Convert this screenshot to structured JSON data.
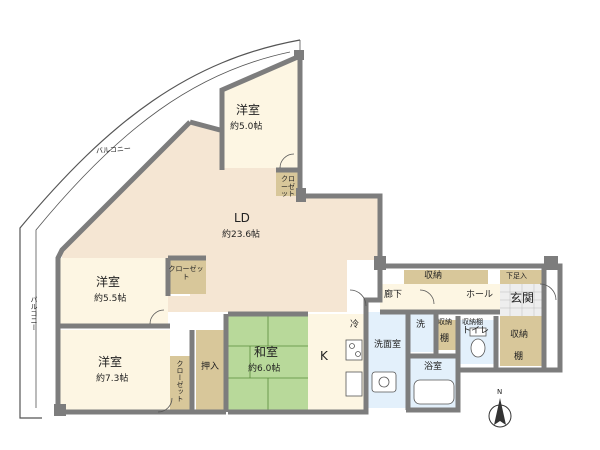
{
  "rooms": {
    "western_top": {
      "name": "洋室",
      "size": "約5.0帖"
    },
    "ld": {
      "name": "LD",
      "size": "約23.6帖"
    },
    "western_mid": {
      "name": "洋室",
      "size": "約5.5帖"
    },
    "western_bottom": {
      "name": "洋室",
      "size": "約7.3帖"
    },
    "japanese": {
      "name": "和室",
      "size": "約6.0帖"
    },
    "kitchen": {
      "name": "K"
    }
  },
  "labels": {
    "balcony_top": "バルコニー",
    "balcony_left": "バルコニー",
    "closet_top": "クローゼット",
    "closet_mid": "クローゼット",
    "closet_bottom": "クローゼット",
    "oshiire": "押入",
    "storage_top": "収納",
    "shoe_storage": "下足入",
    "hallway_lower": "廊下",
    "hall": "ホール",
    "entrance": "玄関",
    "fridge": "冷",
    "washer": "洗",
    "washroom": "洗面室",
    "bathroom": "浴室",
    "storage_small": "収納",
    "storage_small2": "収納棚",
    "shelf1": "棚",
    "toilet": "トイレ",
    "storage_right": "収納",
    "shelf2": "棚",
    "compass": "N"
  },
  "colors": {
    "wall": "#7d7d7d",
    "floor_ld": "#f5e6d3",
    "floor_room": "#fdf6e3",
    "tatami": "#b8d99a",
    "closet": "#d8c79a",
    "wet": "#e3f0fb",
    "balcony": "#ffffff"
  }
}
